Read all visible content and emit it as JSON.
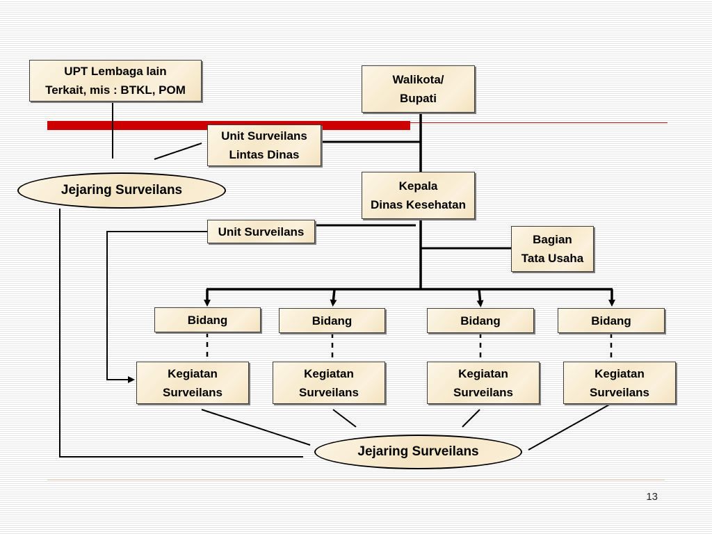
{
  "boxes": {
    "upt": [
      "UPT Lembaga lain",
      "Terkait, mis : BTKL, POM"
    ],
    "walikota": [
      "Walikota/",
      "Bupati"
    ],
    "unit_lintas": [
      "Unit Surveilans",
      "Lintas Dinas"
    ],
    "kepala": [
      "Kepala",
      "Dinas Kesehatan"
    ],
    "unit": "Unit Surveilans",
    "bagian": [
      "Bagian",
      "Tata Usaha"
    ],
    "bidang": [
      "Bidang",
      "Bidang",
      "Bidang",
      "Bidang"
    ],
    "kegiatan": [
      [
        "Kegiatan",
        "Surveilans"
      ],
      [
        "Kegiatan",
        "Surveilans"
      ],
      [
        "Kegiatan",
        "Surveilans"
      ],
      [
        "Kegiatan",
        "Surveilans"
      ]
    ]
  },
  "ellipses": {
    "top": "Jejaring Surveilans",
    "bottom": "Jejaring Surveilans"
  },
  "page_number": "13",
  "colors": {
    "accent_red": "#cc0000",
    "box_fill": "#f6e8c9",
    "line": "#000000"
  }
}
